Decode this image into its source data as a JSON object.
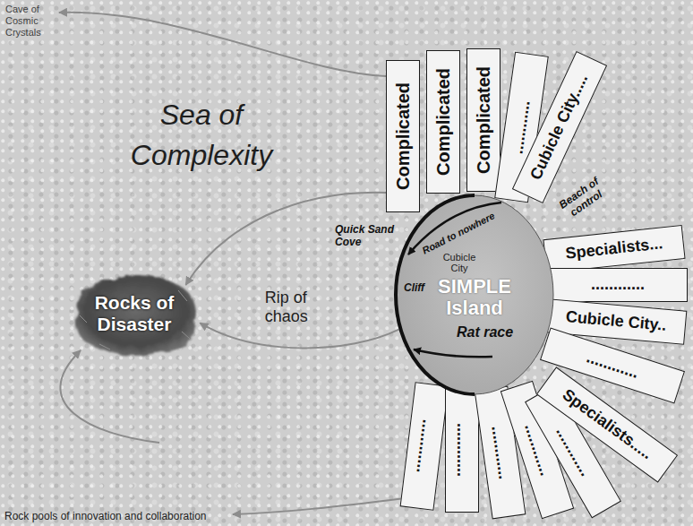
{
  "diagram": {
    "nodes": [
      {
        "text": [
          "Rocks of Disaster"
        ]
      },
      {
        "text": [
          "SIMPLE Island",
          "Rat race",
          "Cubicle City"
        ]
      },
      {
        "text": [
          "Complicated"
        ]
      },
      {
        "text": [
          "Complicated"
        ]
      },
      {
        "text": [
          "Complicated"
        ]
      },
      {
        "text": [
          "............"
        ]
      },
      {
        "text": [
          "Cubicle City....."
        ]
      },
      {
        "text": [
          "Specialists..."
        ]
      },
      {
        "text": [
          "............"
        ]
      },
      {
        "text": [
          "Cubicle City.."
        ]
      },
      {
        "text": [
          "............"
        ]
      },
      {
        "text": [
          "Specialists....."
        ]
      },
      {
        "text": [
          "............"
        ]
      },
      {
        "text": [
          "............"
        ]
      },
      {
        "text": [
          "............"
        ]
      },
      {
        "text": [
          "............"
        ]
      },
      {
        "text": [
          "............"
        ]
      }
    ],
    "edges": [
      {
        "from": 2,
        "to": 0,
        "arrow": "to"
      },
      {
        "from": 1,
        "to": 0,
        "label": "Rip of chaos",
        "arrow": "to"
      }
    ],
    "labels": [
      "Cave of Cosmic Crystals",
      "Sea of Complexity",
      "Quick Sand Cove",
      "Beach of control",
      "Road to nowhere",
      "Cliff",
      "Rock pools of innovation and collaboration"
    ]
  }
}
